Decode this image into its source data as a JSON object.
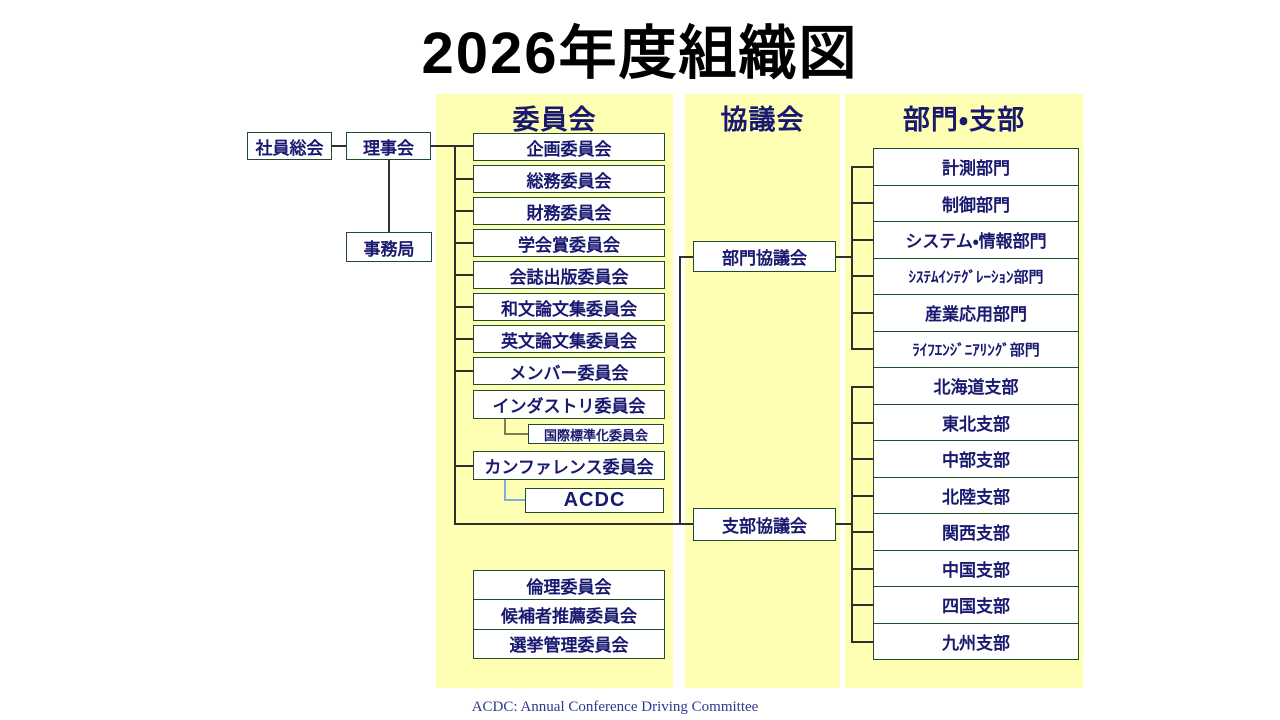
{
  "title": "2026年度組織図",
  "footer": "ACDC: Annual Conference Driving Committee",
  "org": {
    "general_assembly": "社員総会",
    "board": "理事会",
    "secretariat": "事務局"
  },
  "committees": {
    "header": "委員会",
    "items": [
      "企画委員会",
      "総務委員会",
      "財務委員会",
      "学会賞委員会",
      "会誌出版委員会",
      "和文論文集委員会",
      "英文論文集委員会",
      "メンバー委員会",
      "インダストリ委員会",
      "カンファレンス委員会"
    ],
    "sub_industry": "国際標準化委員会",
    "sub_conference": "ACDC",
    "independent": [
      "倫理委員会",
      "候補者推薦委員会",
      "選挙管理委員会"
    ]
  },
  "councils": {
    "header": "協議会",
    "division_council": "部門協議会",
    "branch_council": "支部協議会"
  },
  "divisions_branches": {
    "header": "部門・支部",
    "divisions": [
      "計測部門",
      "制御部門",
      "システム・情報部門",
      "ｼｽﾃﾑｲﾝﾃｸﾞﾚｰｼｮﾝ部門",
      "産業応用部門",
      "ﾗｲﾌｴﾝｼﾞﾆｱﾘﾝｸﾞ部門"
    ],
    "branches": [
      "北海道支部",
      "東北支部",
      "中部支部",
      "北陸支部",
      "関西支部",
      "中国支部",
      "四国支部",
      "九州支部"
    ]
  },
  "colors": {
    "panel_yellow": "#ffffb3",
    "box_border_green": "#1d4d2b",
    "text_navy": "#191970",
    "connector_dark": "#303030",
    "connector_olive": "#7f7f4d",
    "connector_blue": "#7fafde",
    "title_black": "#000000"
  }
}
